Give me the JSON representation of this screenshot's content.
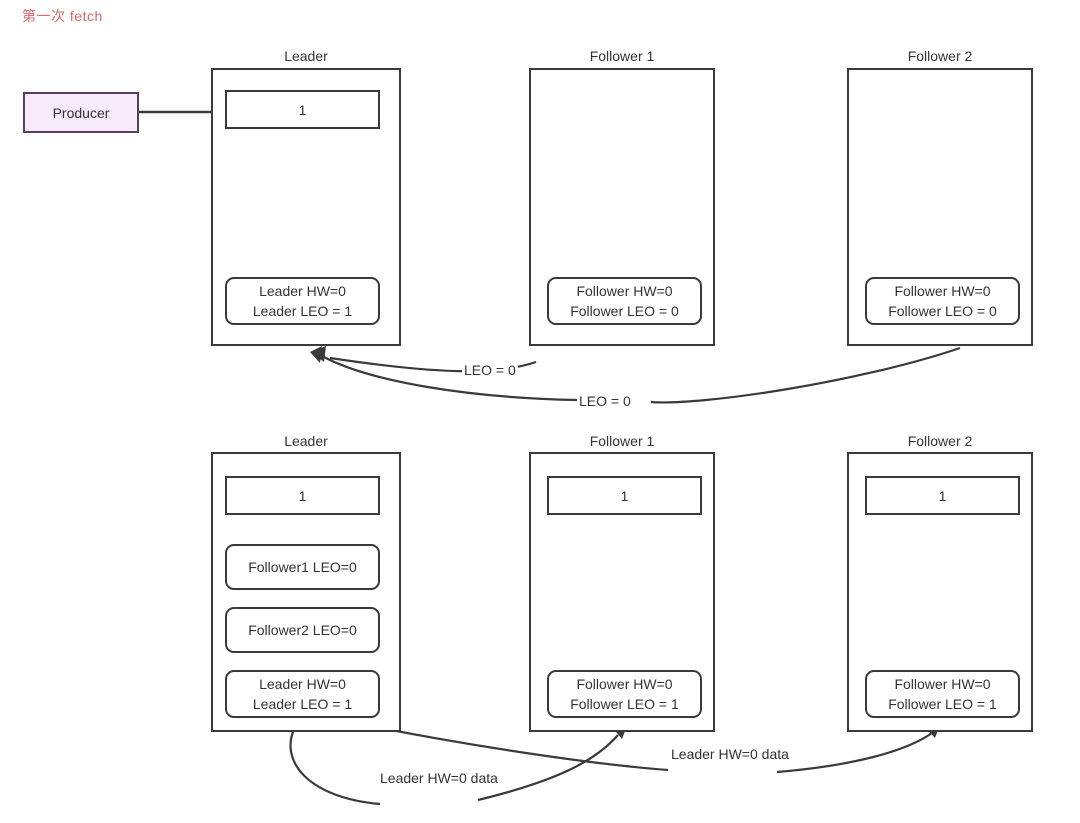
{
  "title": "第一次 fetch",
  "colors": {
    "title_text": "#e06666",
    "stroke": "#3a3a3a",
    "producer_fill": "#f7eafb",
    "producer_stroke": "#56405b",
    "text": "#333333",
    "background": "#ffffff"
  },
  "producer": {
    "label": "Producer"
  },
  "stage_one": {
    "leader": {
      "caption": "Leader",
      "record": "1",
      "status": {
        "line1": "Leader HW=0",
        "line2": "Leader LEO = 1"
      }
    },
    "follower1": {
      "caption": "Follower 1",
      "status": {
        "line1": "Follower HW=0",
        "line2": "Follower LEO = 0"
      }
    },
    "follower2": {
      "caption": "Follower 2",
      "status": {
        "line1": "Follower HW=0",
        "line2": "Follower LEO = 0"
      }
    }
  },
  "stage_two": {
    "leader": {
      "caption": "Leader",
      "record": "1",
      "follower1_leo": "Follower1 LEO=0",
      "follower2_leo": "Follower2 LEO=0",
      "status": {
        "line1": "Leader HW=0",
        "line2": "Leader LEO = 1"
      }
    },
    "follower1": {
      "caption": "Follower 1",
      "record": "1",
      "status": {
        "line1": "Follower HW=0",
        "line2": "Follower LEO = 1"
      }
    },
    "follower2": {
      "caption": "Follower 2",
      "record": "1",
      "status": {
        "line1": "Follower HW=0",
        "line2": "Follower LEO = 1"
      }
    }
  },
  "edges": {
    "fetch_from_follower1": "LEO = 0",
    "fetch_from_follower2": "LEO = 0",
    "response_to_follower1_line1": "Leader HW=0",
    "response_to_follower1_line2": "data",
    "response_to_follower2_line1": "Leader HW=0",
    "response_to_follower2_line2": "data"
  }
}
